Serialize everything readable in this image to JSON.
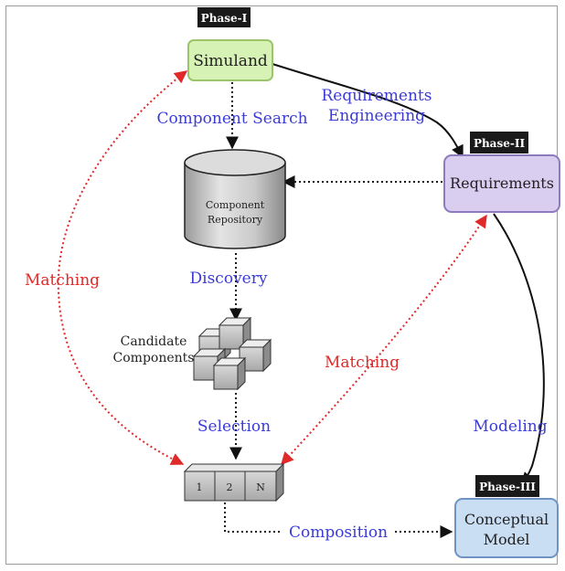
{
  "phases": {
    "phase1": "Phase-I",
    "phase2": "Phase-II",
    "phase3": "Phase-III"
  },
  "nodes": {
    "simuland": "Simuland",
    "requirements": "Requirements",
    "conceptual_model_line1": "Conceptual",
    "conceptual_model_line2": "Model",
    "component_repository_line1": "Component",
    "component_repository_line2": "Repository",
    "candidate_components_line1": "Candidate",
    "candidate_components_line2": "Components",
    "slot_1": "1",
    "slot_2": "2",
    "slot_n": "N"
  },
  "edge_labels": {
    "requirements_engineering_line1": "Requirements",
    "requirements_engineering_line2": "Engineering",
    "component_search": "Component Search",
    "discovery": "Discovery",
    "selection": "Selection",
    "composition": "Composition",
    "modeling": "Modeling",
    "matching_left": "Matching",
    "matching_center": "Matching"
  },
  "colors": {
    "simuland_fill": "#d6f2b4",
    "simuland_border": "#9cc46a",
    "requirements_fill": "#d9cdf0",
    "requirements_border": "#8e7bbd",
    "conceptual_fill": "#c9ddf3",
    "conceptual_border": "#6f93c2",
    "phase_tag": "#1a1a1a",
    "blue_label": "#3b3bd6",
    "red_label": "#e02a2a"
  }
}
